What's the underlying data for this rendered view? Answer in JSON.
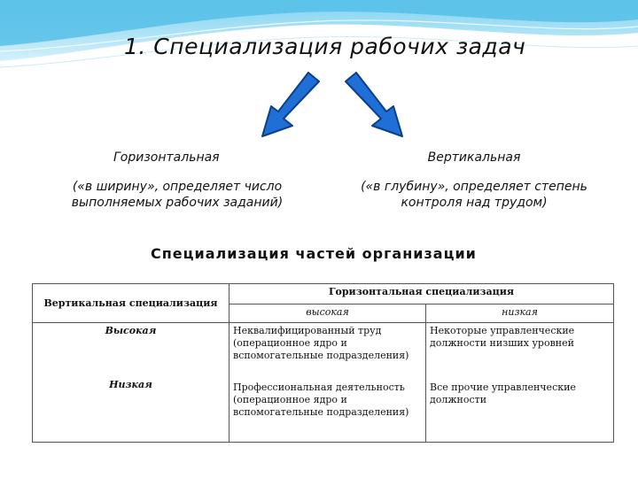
{
  "slide": {
    "title": "1. Специализация рабочих задач",
    "subtitle": "Специализация частей организации"
  },
  "branches": {
    "left": {
      "heading": "Горизонтальная",
      "description": "(«в ширину», определяет число выполняемых рабочих заданий)"
    },
    "right": {
      "heading": "Вертикальная",
      "description": "(«в глубину», определяет степень контроля над трудом)"
    }
  },
  "colors": {
    "arrow_fill": "#1f6fd6",
    "arrow_stroke": "#0b3f8a",
    "banner_light": "#cfeefa",
    "banner_dark": "#5fc3ea"
  },
  "table": {
    "row_header": "Вертикальная специализация",
    "col_group_header": "Горизонтальная специализация",
    "col_high": "высокая",
    "col_low": "низкая",
    "rows": [
      {
        "label": "Высокая",
        "high": "Неквалифицированный труд (операционное ядро и вспомогательные подразделения)",
        "low": "Некоторые управленческие должности низших уровней"
      },
      {
        "label": "Низкая",
        "high": "Профессиональная деятельность (операционное ядро и вспомогательные подразделения)",
        "low": "Все прочие управленческие должности"
      }
    ]
  }
}
